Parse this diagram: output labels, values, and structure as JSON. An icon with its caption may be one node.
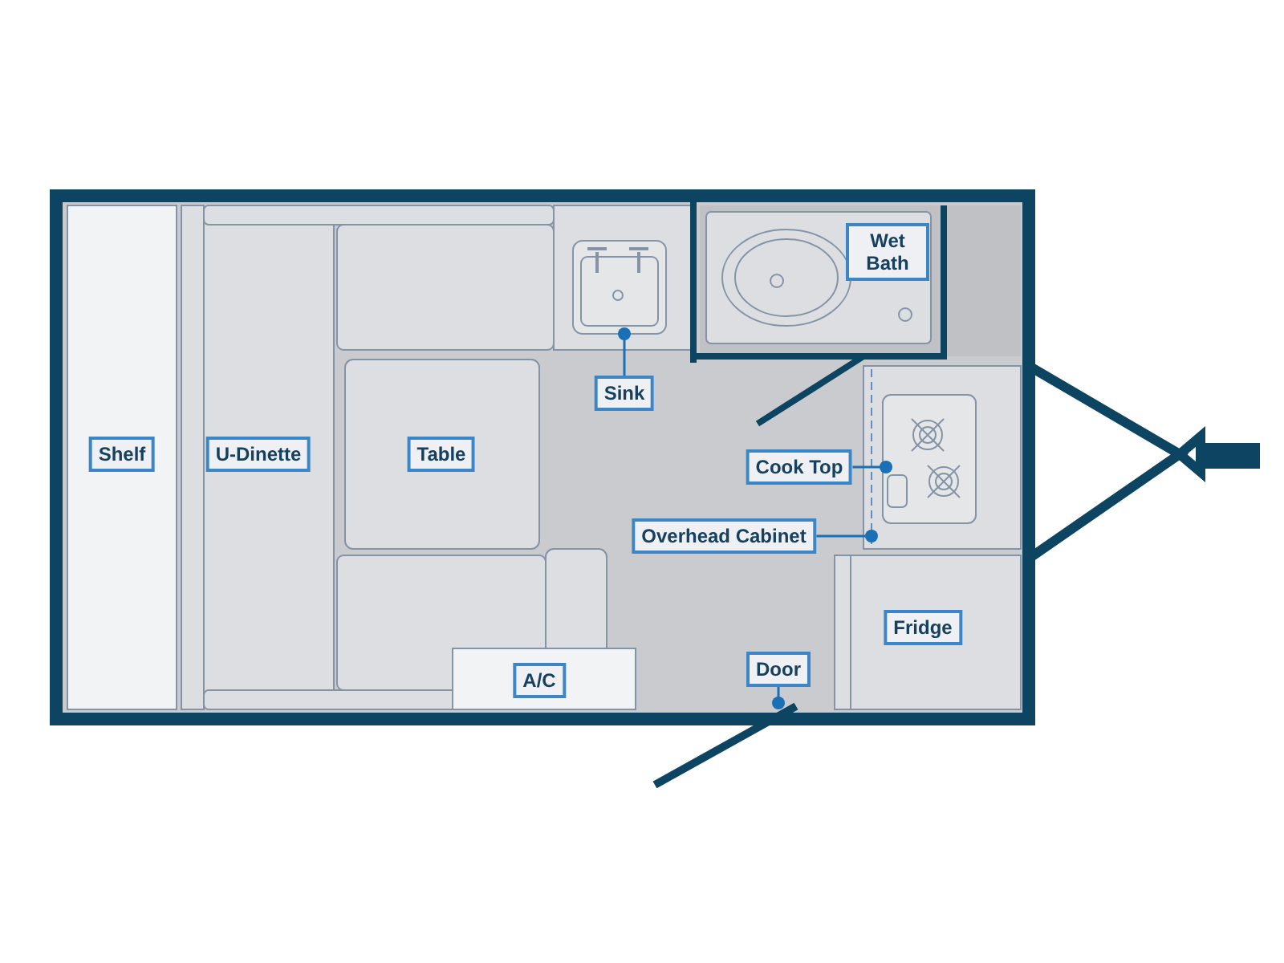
{
  "diagram": {
    "nodes": [
      {
        "text": [
          "Shelf"
        ]
      },
      {
        "text": [
          "U-Dinette"
        ]
      },
      {
        "text": [
          "Table"
        ]
      },
      {
        "text": [
          "A/C"
        ]
      },
      {
        "text": [
          "Sink"
        ]
      },
      {
        "text": [
          "Wet Bath"
        ]
      },
      {
        "text": [
          "Cook Top"
        ]
      },
      {
        "text": [
          "Overhead Cabinet"
        ]
      },
      {
        "text": [
          "Door"
        ]
      },
      {
        "text": [
          "Fridge"
        ]
      },
      {
        "text": [],
        "shape": "picture"
      },
      {
        "text": [],
        "shape": "picture"
      },
      {
        "text": [],
        "shape": "picture"
      },
      {
        "text": [],
        "shape": "box"
      }
    ],
    "edges": [
      {
        "from": 4,
        "to": 10,
        "arrow": "other"
      },
      {
        "from": 6,
        "to": 11,
        "arrow": "other"
      },
      {
        "from": 7,
        "to": 13,
        "arrow": "other"
      },
      {
        "from": 8,
        "to": 12,
        "arrow": "other"
      }
    ]
  }
}
